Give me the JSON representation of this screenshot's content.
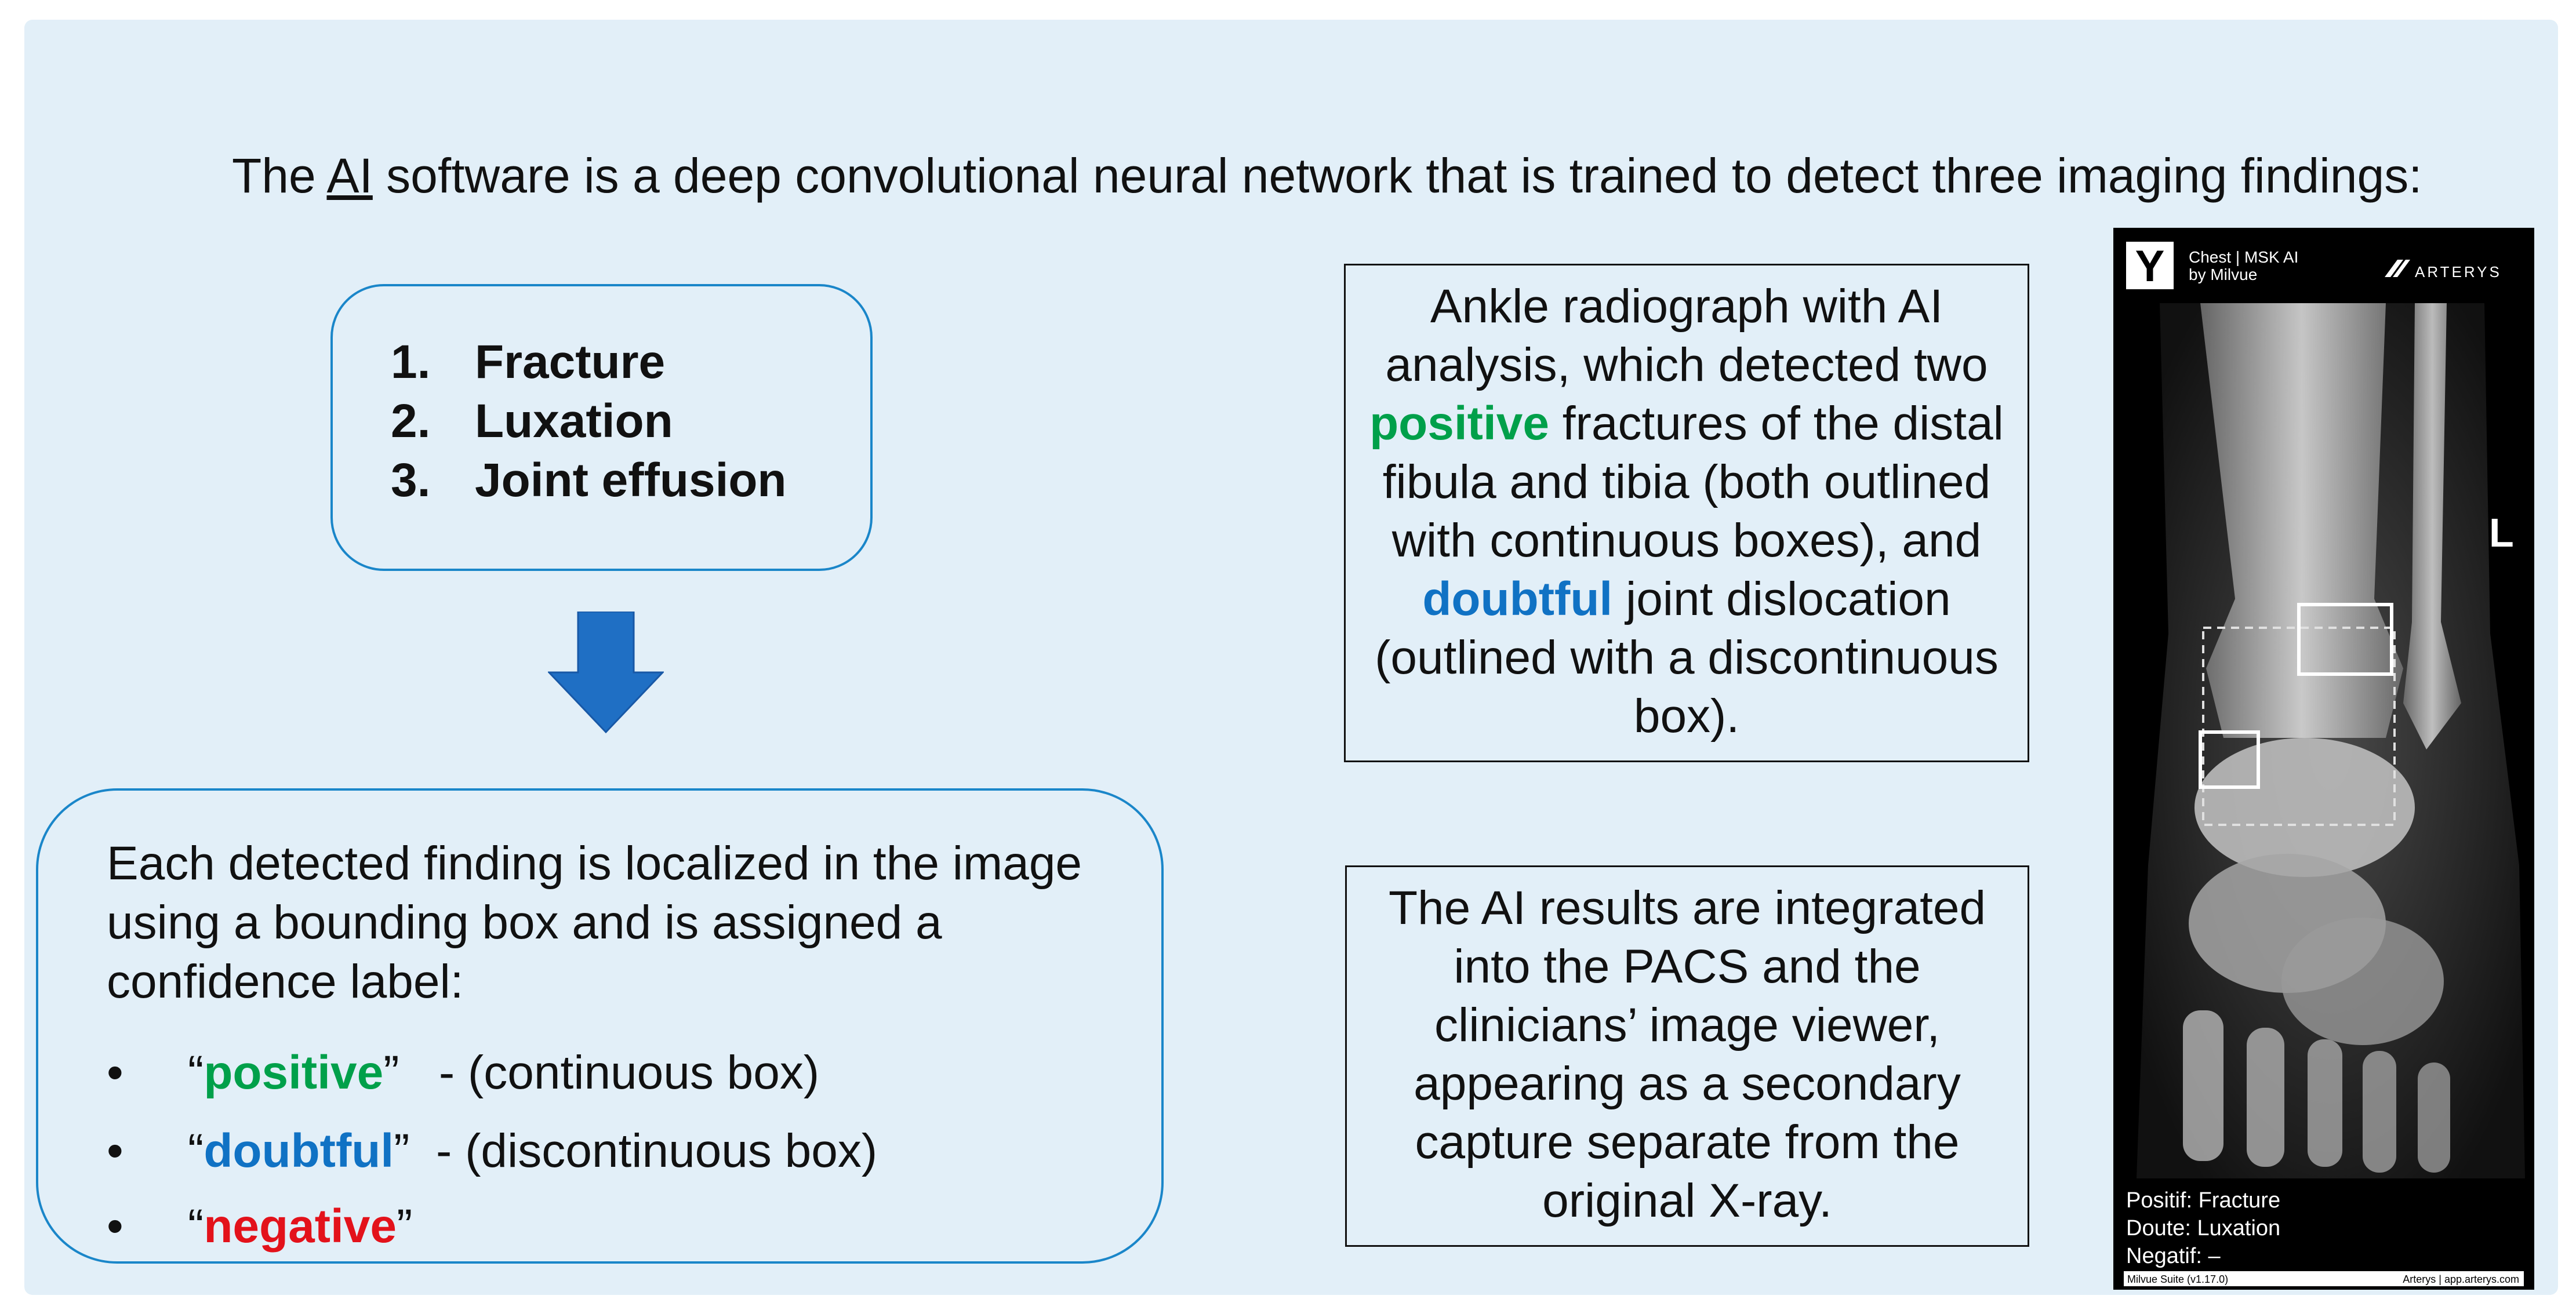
{
  "headline": {
    "prefix": "The ",
    "ai_text": "AI",
    "suffix": " software is a deep convolutional neural network that is trained to detect three imaging findings:"
  },
  "findings": [
    {
      "num": "1.",
      "label": "Fracture"
    },
    {
      "num": "2.",
      "label": "Luxation"
    },
    {
      "num": "3.",
      "label": "Joint effusion"
    }
  ],
  "confidence": {
    "intro": "Each detected finding is localized in the image using a bounding box and is assigned a confidence label:",
    "bullet": "•",
    "items": [
      {
        "open_quote": "“",
        "label": "positive",
        "close_quote": "”",
        "note": "   - (continuous box)"
      },
      {
        "open_quote": "“",
        "label": "doubtful",
        "close_quote": "”",
        "note": "  - (discontinuous box)"
      },
      {
        "open_quote": "“",
        "label": "negative",
        "close_quote": "”",
        "note": ""
      }
    ]
  },
  "xray_caption": {
    "part1": "Ankle radiograph with AI analysis, which detected two ",
    "positive": "positive",
    "part2": " fractures of the distal fibula and tibia (both outlined with continuous boxes), and ",
    "doubtful": "doubtful",
    "part3": " joint dislocation (outlined with a discontinuous box)."
  },
  "pacs_caption": "The AI results are integrated into the PACS and the clinicians’ image viewer, appearing as a secondary capture separate from the original X-ray.",
  "xray_overlay": {
    "logo_letter": "Y",
    "product_line1": "Chest | MSK AI",
    "product_line2": "by Milvue",
    "vendor": "ARTERYS",
    "side_marker": "L",
    "result_positive": "Positif:  Fracture",
    "result_doubtful": "Doute:  Luxation",
    "result_negative": "Negatif:  –",
    "footer_left": "Milvue Suite (v1.17.0)",
    "footer_right": "Arterys | app.arterys.com"
  },
  "colors": {
    "positive": "#00a04a",
    "doubtful": "#1072c4",
    "negative": "#e3121b",
    "box_border": "#1a86c9",
    "arrow": "#1f6fc4",
    "panel_bg": "#e2eff8"
  }
}
